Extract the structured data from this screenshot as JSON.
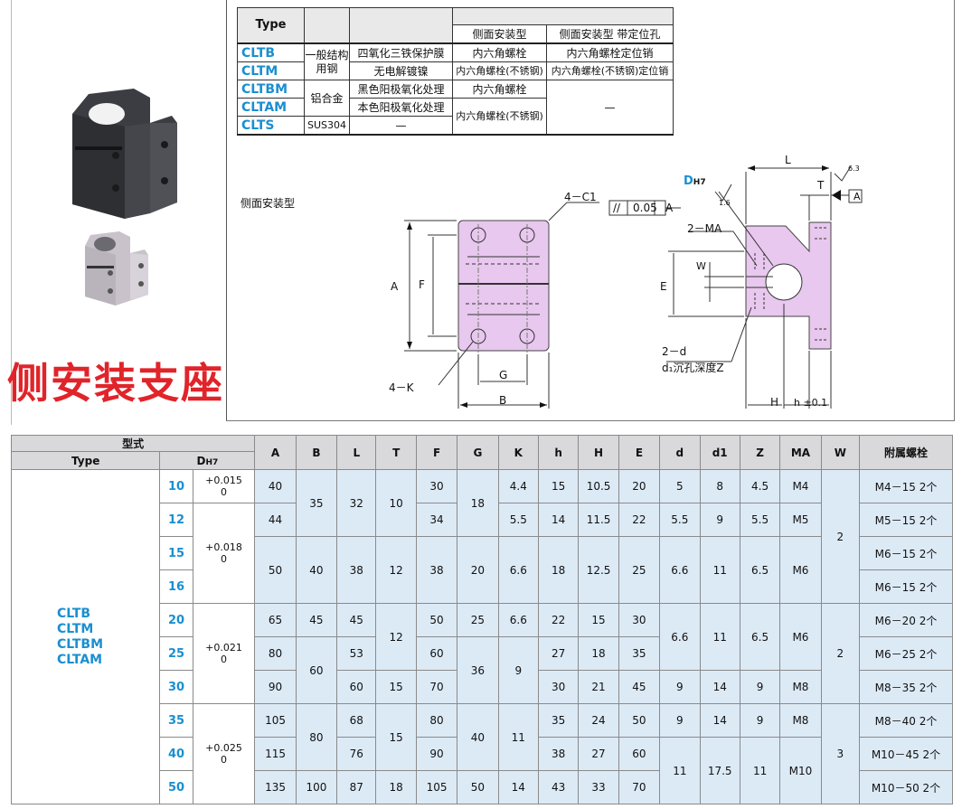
{
  "material_table": {
    "header": {
      "type": "Type",
      "side_mount": "侧面安装型",
      "side_mount_pin": "侧面安装型 带定位孔"
    },
    "rows": [
      {
        "code": "CLTB",
        "material": "一般结构用钢",
        "surface": "四氧化三铁保护膜",
        "side": "内六角螺栓",
        "side_pin": "内六角螺栓定位销"
      },
      {
        "code": "CLTM",
        "material": "",
        "surface": "无电解镀镍",
        "side": "内六角螺栓(不锈钢)",
        "side_pin": "内六角螺栓(不锈钢)定位销"
      },
      {
        "code": "CLTBM",
        "material": "铝合金",
        "surface": "黑色阳极氧化处理",
        "side": "内六角螺栓",
        "side_pin": "—"
      },
      {
        "code": "CLTAM",
        "material": "",
        "surface": "本色阳极氧化处理",
        "side": "内六角螺栓(不锈钢)",
        "side_pin": ""
      },
      {
        "code": "CLTS",
        "material": "SUS304",
        "surface": "—",
        "side": "",
        "side_pin": ""
      }
    ]
  },
  "title": "侧安装支座",
  "drawing": {
    "caption": "侧面安装型",
    "labels": {
      "c1": "4－C1",
      "k": "4－K",
      "a": "A",
      "f": "F",
      "g": "G",
      "b": "B",
      "l": "L",
      "t": "T",
      "dh7": "D",
      "dh7_sub": "H7",
      "ma": "2－MA",
      "w": "W",
      "e": "E",
      "d": "2－d",
      "d1": "d₁沉孔深度Z",
      "h": "H",
      "h_tol": "h ±0.1",
      "parallel": "//",
      "parallel_val": "0.05",
      "datum": "A",
      "rough1": "1.6",
      "rough2": "6.3"
    }
  },
  "spec_table": {
    "header_group": "型式",
    "header_type": "Type",
    "header_dh7": "D",
    "header_dh7_sub": "H7",
    "columns": [
      "A",
      "B",
      "L",
      "T",
      "F",
      "G",
      "K",
      "h",
      "H",
      "E",
      "d",
      "d1",
      "Z",
      "MA",
      "W",
      "附属螺栓"
    ],
    "type_codes": [
      "CLTB",
      "CLTM",
      "CLTBM",
      "CLTAM"
    ],
    "tolerances": [
      {
        "upper": "+0.015",
        "lower": "0"
      },
      {
        "upper": "+0.018",
        "lower": "0"
      },
      {
        "upper": "+0.021",
        "lower": "0"
      },
      {
        "upper": "+0.025",
        "lower": "0"
      }
    ],
    "rows": [
      {
        "D": "10",
        "A": "40",
        "B": "35",
        "L": "32",
        "T": "10",
        "F": "30",
        "G": "18",
        "K": "4.4",
        "h": "15",
        "H": "10.5",
        "E": "20",
        "d": "5",
        "d1": "8",
        "Z": "4.5",
        "MA": "M4",
        "W": "2",
        "bolt": "M4－15 2个"
      },
      {
        "D": "12",
        "A": "44",
        "F": "34",
        "K": "5.5",
        "h": "14",
        "H": "11.5",
        "E": "22",
        "d": "5.5",
        "d1": "9",
        "Z": "5.5",
        "MA": "M5",
        "bolt": "M5－15 2个"
      },
      {
        "D": "15",
        "A": "50",
        "B": "40",
        "L": "38",
        "T": "12",
        "F": "38",
        "G": "20",
        "K": "6.6",
        "h": "18",
        "H": "12.5",
        "E": "25",
        "d": "6.6",
        "d1": "11",
        "Z": "6.5",
        "MA": "M6",
        "bolt": "M6－15 2个"
      },
      {
        "D": "16",
        "bolt": "M6－15 2个"
      },
      {
        "D": "20",
        "A": "65",
        "B": "45",
        "L": "45",
        "T": "12",
        "F": "50",
        "G": "25",
        "K": "6.6",
        "h": "22",
        "H": "15",
        "E": "30",
        "d": "6.6",
        "d1": "11",
        "Z": "6.5",
        "MA": "M6",
        "W": "2",
        "bolt": "M6－20 2个"
      },
      {
        "D": "25",
        "A": "80",
        "B": "60",
        "L": "53",
        "F": "60",
        "G": "36",
        "K": "9",
        "h": "27",
        "H": "18",
        "E": "35",
        "bolt": "M6－25 2个"
      },
      {
        "D": "30",
        "A": "90",
        "L": "60",
        "T": "15",
        "F": "70",
        "h": "30",
        "H": "21",
        "E": "45",
        "d": "9",
        "d1": "14",
        "Z": "9",
        "MA": "M8",
        "bolt": "M8－35 2个"
      },
      {
        "D": "35",
        "A": "105",
        "B": "80",
        "L": "68",
        "T": "15",
        "F": "80",
        "G": "40",
        "K": "11",
        "h": "35",
        "H": "24",
        "E": "50",
        "d": "9",
        "d1": "14",
        "Z": "9",
        "MA": "M8",
        "W": "3",
        "bolt": "M8－40 2个"
      },
      {
        "D": "40",
        "A": "115",
        "L": "76",
        "F": "90",
        "h": "38",
        "H": "27",
        "E": "60",
        "d": "11",
        "d1": "17.5",
        "Z": "11",
        "MA": "M10",
        "bolt": "M10－45 2个"
      },
      {
        "D": "50",
        "A": "135",
        "B": "100",
        "L": "87",
        "T": "18",
        "F": "105",
        "G": "50",
        "K": "14",
        "h": "43",
        "H": "33",
        "E": "70",
        "bolt": "M10－50 2个"
      }
    ]
  },
  "colors": {
    "accent_blue": "#1a8fd0",
    "title_red": "#e0242a",
    "part_fill": "#e8c8ee",
    "cell_blue": "#dceaf6"
  }
}
